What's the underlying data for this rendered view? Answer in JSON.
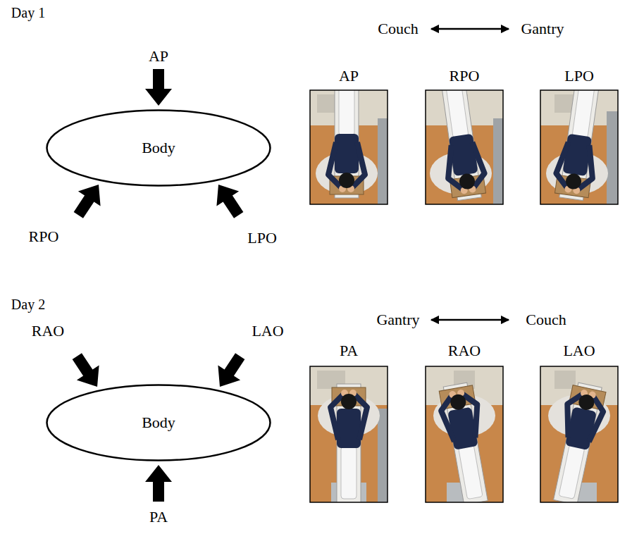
{
  "diagram": {
    "nodes": [
      {
        "text": [
          "Body"
        ]
      },
      {
        "text": [
          "Body"
        ]
      }
    ],
    "labels": [
      "Day 1",
      "AP",
      "RPO",
      "LPO",
      "Couch",
      "Gantry",
      "AP",
      "RPO",
      "LPO",
      "Day 2",
      "RAO",
      "LAO",
      "PA",
      "Gantry",
      "Couch",
      "PA",
      "RAO",
      "LAO"
    ]
  }
}
